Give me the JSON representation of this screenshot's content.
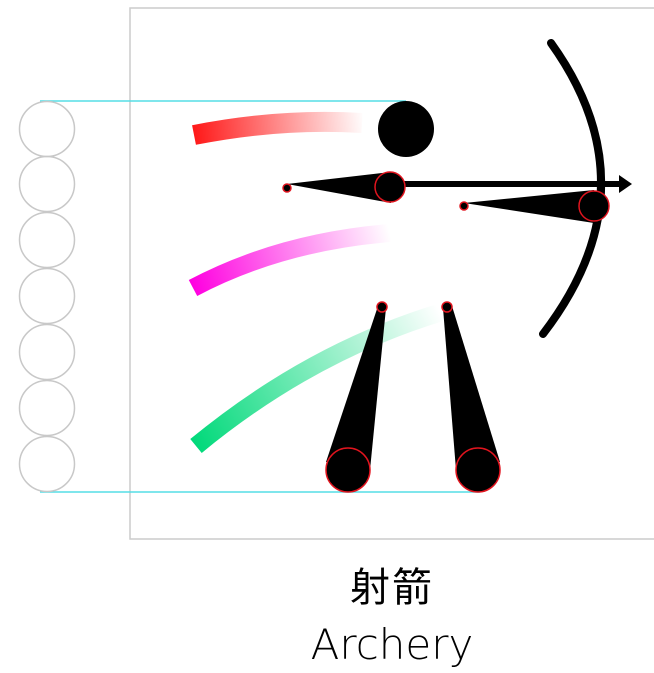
{
  "caption": {
    "title_zh": "射箭",
    "title_en": "Archery"
  },
  "colors": {
    "frame": "#cccccc",
    "guide_line": "#55dde6",
    "figure": "#000000",
    "joint_outline": "#e0141e",
    "motion_trail_top": "#ff1a1a",
    "motion_trail_middle": "#ff00e0",
    "motion_trail_bottom": "#00d97a",
    "scale_circle": "#c8c8c8"
  },
  "scale": {
    "circle_count": 7
  },
  "icons": {
    "figure": "archer-pictogram",
    "bow": "bow-icon",
    "arrow": "arrow-icon"
  }
}
